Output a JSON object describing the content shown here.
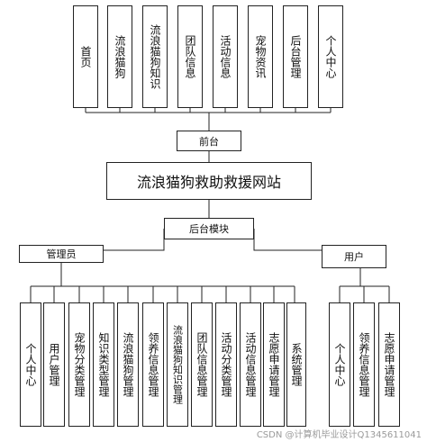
{
  "top_modules": [
    "首页",
    "流浪猫狗",
    "流浪猫狗知识",
    "团队信息",
    "活动信息",
    "宠物资讯",
    "后台管理",
    "个人中心"
  ],
  "frontend": "前台",
  "root": "流浪猫狗救助救援网站",
  "backend": "后台模块",
  "admin": {
    "label": "管理员",
    "modules": [
      "个人中心",
      "用户管理",
      "宠物分类管理",
      "知识类型管理",
      "流浪猫狗管理",
      "领养信息管理",
      "流浪猫狗知识管理",
      "团队信息管理",
      "活动分类管理",
      "活动信息管理",
      "志愿申请管理",
      "系统管理"
    ]
  },
  "user": {
    "label": "用户",
    "modules": [
      "个人中心",
      "领养信息管理",
      "志愿申请管理"
    ]
  },
  "watermark": "CSDN @计算机毕业设计Q1345611041"
}
